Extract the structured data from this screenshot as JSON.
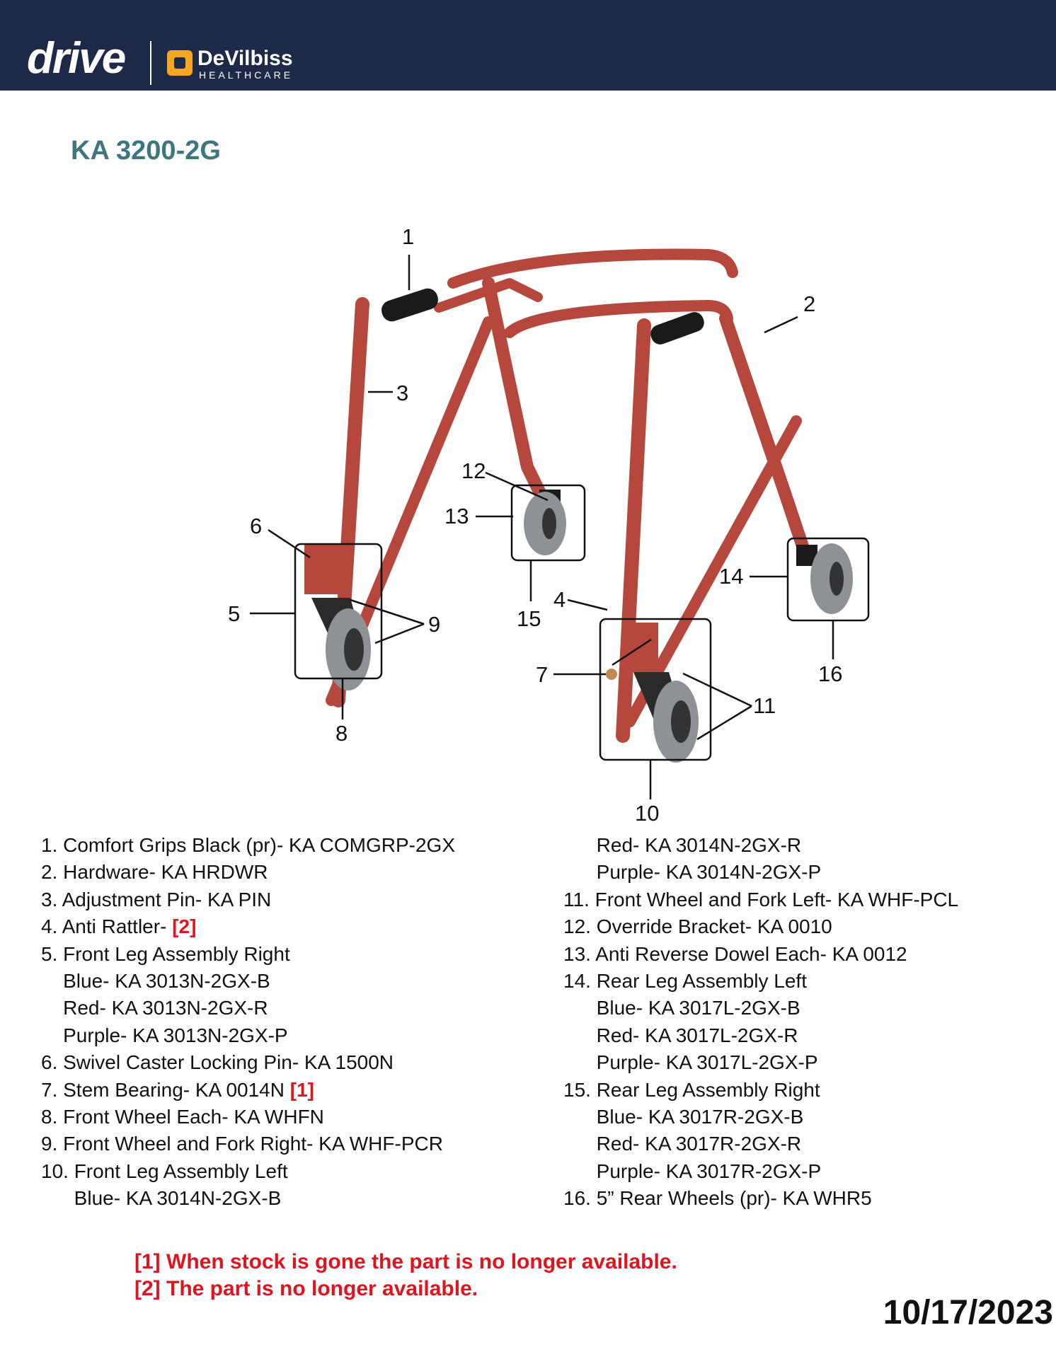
{
  "header": {
    "brand_drive": "drive",
    "brand_devilbiss": "DeVilbiss",
    "brand_healthcare": "HEALTHCARE"
  },
  "model": "KA 3200-2G",
  "callouts": [
    "1",
    "2",
    "3",
    "4",
    "5",
    "6",
    "7",
    "8",
    "9",
    "10",
    "11",
    "12",
    "13",
    "14",
    "15",
    "16"
  ],
  "parts_left": [
    {
      "text": "1. Comfort Grips Black (pr)- KA COMGRP-2GX",
      "ref": ""
    },
    {
      "text": "2. Hardware- KA HRDWR",
      "ref": ""
    },
    {
      "text": "3. Adjustment Pin- KA PIN",
      "ref": ""
    },
    {
      "text": "4. Anti Rattler- ",
      "ref": "[2]"
    },
    {
      "text": "5. Front Leg Assembly Right",
      "ref": ""
    },
    {
      "text": "    Blue- KA 3013N-2GX-B",
      "ref": ""
    },
    {
      "text": "    Red- KA 3013N-2GX-R",
      "ref": ""
    },
    {
      "text": "    Purple- KA 3013N-2GX-P",
      "ref": ""
    },
    {
      "text": "6. Swivel Caster Locking Pin- KA 1500N",
      "ref": ""
    },
    {
      "text": "7. Stem Bearing- KA 0014N ",
      "ref": "[1]"
    },
    {
      "text": "8. Front Wheel Each- KA WHFN",
      "ref": ""
    },
    {
      "text": "9. Front Wheel and Fork Right- KA WHF-PCR",
      "ref": ""
    },
    {
      "text": "10. Front Leg Assembly Left",
      "ref": ""
    },
    {
      "text": "      Blue- KA 3014N-2GX-B",
      "ref": ""
    }
  ],
  "parts_right": [
    {
      "text": "      Red- KA 3014N-2GX-R",
      "ref": ""
    },
    {
      "text": "      Purple- KA 3014N-2GX-P",
      "ref": ""
    },
    {
      "text": "11. Front Wheel and Fork Left- KA WHF-PCL",
      "ref": ""
    },
    {
      "text": "12. Override Bracket- KA 0010",
      "ref": ""
    },
    {
      "text": "13. Anti Reverse Dowel Each- KA 0012",
      "ref": ""
    },
    {
      "text": "14. Rear Leg Assembly Left",
      "ref": ""
    },
    {
      "text": "      Blue- KA 3017L-2GX-B",
      "ref": ""
    },
    {
      "text": "      Red- KA 3017L-2GX-R",
      "ref": ""
    },
    {
      "text": "      Purple- KA 3017L-2GX-P",
      "ref": ""
    },
    {
      "text": "15. Rear Leg Assembly Right",
      "ref": ""
    },
    {
      "text": "      Blue- KA 3017R-2GX-B",
      "ref": ""
    },
    {
      "text": "      Red- KA 3017R-2GX-R",
      "ref": ""
    },
    {
      "text": "      Purple- KA 3017R-2GX-P",
      "ref": ""
    },
    {
      "text": "16. 5” Rear Wheels (pr)- KA WHR5",
      "ref": ""
    }
  ],
  "notes": [
    "[1] When stock is gone the part is no longer available.",
    "[2] The part is no longer available."
  ],
  "date": "10/17/2023",
  "colors": {
    "header_bg": "#1c2a48",
    "brand_accent": "#f5a623",
    "title": "#3e7680",
    "frame_red": "#b5473d",
    "note_red": "#e0141e"
  }
}
